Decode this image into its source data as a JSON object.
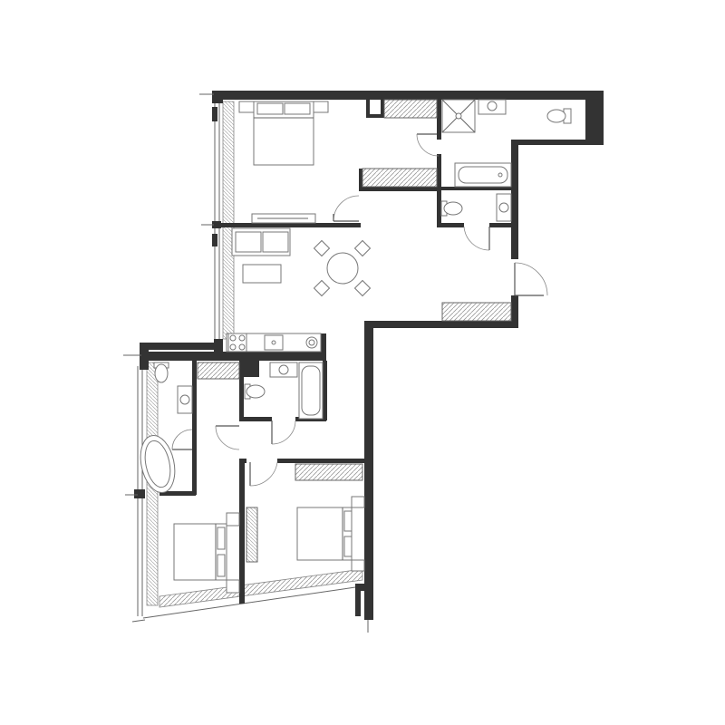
{
  "floor_plan": {
    "colors": {
      "background": "#ffffff",
      "wall": "#333333",
      "fixture_line": "#777777",
      "hatch": "#999999"
    },
    "rooms": [
      {
        "id": "bedroom-1",
        "kind": "bedroom"
      },
      {
        "id": "living-dining-kitchen",
        "kind": "living"
      },
      {
        "id": "bathroom-1",
        "kind": "bathroom"
      },
      {
        "id": "bathroom-2",
        "kind": "bathroom"
      },
      {
        "id": "bathroom-3",
        "kind": "bathroom"
      },
      {
        "id": "bathroom-4",
        "kind": "bathroom"
      },
      {
        "id": "bedroom-2",
        "kind": "bedroom"
      },
      {
        "id": "bedroom-3",
        "kind": "bedroom"
      },
      {
        "id": "hallway",
        "kind": "corridor"
      }
    ],
    "furniture": [
      "double-bed",
      "double-bed",
      "double-bed",
      "sofa",
      "coffee-table",
      "round-dining-table",
      "dining-chair",
      "dining-chair",
      "dining-chair",
      "dining-chair",
      "kitchen-counter",
      "stove",
      "sink",
      "bathtub",
      "bathtub",
      "freestanding-bathtub",
      "shower",
      "toilet",
      "toilet",
      "toilet",
      "toilet",
      "washbasin",
      "washbasin",
      "washbasin",
      "washbasin",
      "wardrobe",
      "wardrobe",
      "wardrobe",
      "wardrobe",
      "wardrobe",
      "wardrobe"
    ]
  }
}
